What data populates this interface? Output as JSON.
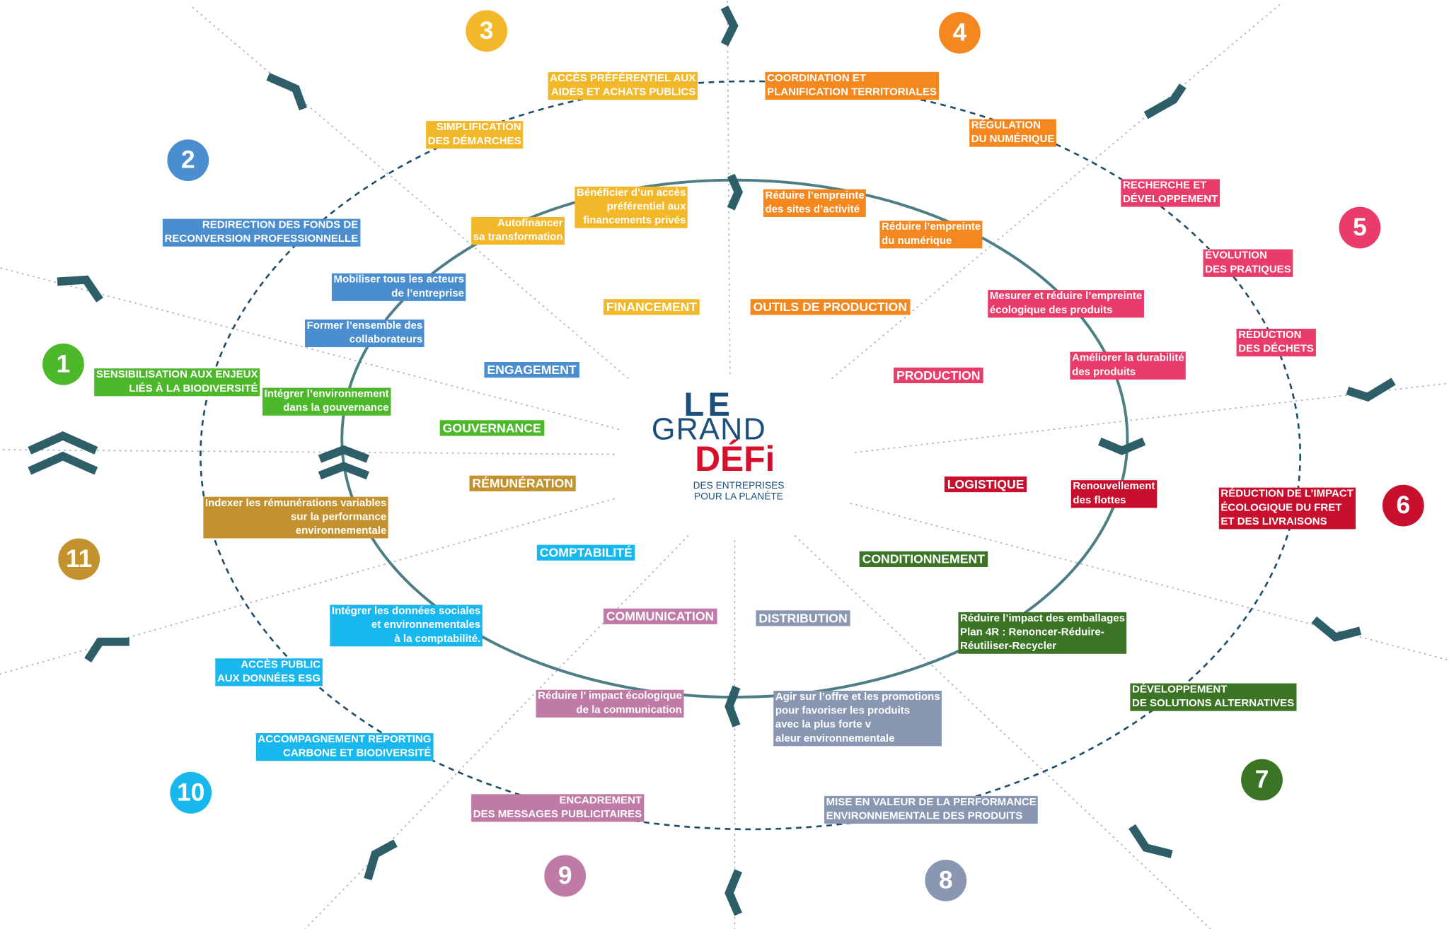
{
  "logo": {
    "line1": "LE",
    "line2": "GRAND",
    "line3": "DÉFi",
    "tag1": "DES ENTREPRISES",
    "tag2": "POUR LA PLANÈTE"
  },
  "colors": {
    "green": "#4cb82a",
    "blue": "#4a8ed0",
    "yellow": "#f3b829",
    "orange": "#f5871f",
    "pink": "#ea3c6a",
    "red": "#c8102e",
    "darkgreen": "#3b7425",
    "slate": "#8a97b3",
    "mauve": "#c07aa6",
    "cyan": "#18b7ee",
    "gold": "#c3912e",
    "darkline": "#2e5f68"
  },
  "numbers": [
    "1",
    "2",
    "3",
    "4",
    "5",
    "6",
    "7",
    "8",
    "9",
    "10",
    "11"
  ],
  "categories": {
    "financement": "FINANCEMENT",
    "outils": "OUTILS DE PRODUCTION",
    "engagement": "ENGAGEMENT",
    "production": "PRODUCTION",
    "gouvernance": "GOUVERNANCE",
    "logistique": "LOGISTIQUE",
    "remuneration": "RÉMUNÉRATION",
    "conditionnement": "CONDITIONNEMENT",
    "comptabilite": "COMPTABILITÉ",
    "communication": "COMMUNICATION",
    "distribution": "DISTRIBUTION"
  },
  "inner": {
    "sensibilisation": [
      "SENSIBILISATION AUX ENJEUX",
      "LIÉS À LA BIODIVERSITÉ"
    ],
    "integrer_env": [
      "Intégrer l’environnement",
      "dans  la gouvernance"
    ],
    "former": [
      "Former l’ensemble des",
      "collaborateurs"
    ],
    "mobiliser": [
      "Mobiliser tous les acteurs",
      "de l’entreprise"
    ],
    "autofinancer": [
      "Autofinancer",
      "sa transformation"
    ],
    "beneficier": [
      "Bénéficier d’un accès",
      "préférentiel aux",
      "financements privés"
    ],
    "reduire_sites": [
      "Réduire l’empreinte",
      "des sites d’activité"
    ],
    "reduire_numerique": [
      "Réduire l’empreinte",
      "du numérique"
    ],
    "mesurer": [
      "Mesurer et réduire l’empreinte",
      "écologique des produits"
    ],
    "ameliorer": [
      "Améliorer  la durabilité",
      "des produits"
    ],
    "renouvellement": [
      "Renouvellement",
      "des flottes"
    ],
    "emballages": [
      "Réduire l’impact des emballages",
      "Plan 4R : Renoncer-Réduire-",
      "Réutiliser-Recycler"
    ],
    "agir": [
      "Agir sur l’offre et les promotions",
      "pour favoriser les produits",
      "avec la plus forte v",
      "aleur environnementale"
    ],
    "reduire_comm": [
      "Réduire l’ impact écologique",
      "de la communication"
    ],
    "integrer_donnees": [
      "Intégrer les données sociales",
      "et environnementales",
      "à la comptabilité."
    ],
    "indexer": [
      "Indexer les rémunérations variables",
      "sur la performance",
      "environnementale"
    ]
  },
  "outer": {
    "redirection": [
      "REDIRECTION DES FONDS DE",
      "RECONVERSION PROFESSIONNELLE"
    ],
    "simplification": [
      "SIMPLIFICATION",
      "DES DÉMARCHES"
    ],
    "acces_pref": [
      "ACCÈS PRÉFÉRENTIEL AUX",
      "AIDES ET ACHATS PUBLICS"
    ],
    "coordination": [
      "COORDINATION ET",
      "PLANIFICATION TERRITORIALES"
    ],
    "regulation": [
      "RÉGULATION",
      "DU NUMÉRIQUE"
    ],
    "recherche": [
      "RECHERCHE ET",
      "DÉVELOPPEMENT"
    ],
    "evolution": [
      "ÉVOLUTION",
      "DES PRATIQUES"
    ],
    "reduction_dechets": [
      "RÉDUCTION",
      "DES DÉCHETS"
    ],
    "reduction_fret": [
      "RÉDUCTION DE L’IMPACT",
      "ÉCOLOGIQUE DU FRET",
      "ET DES LIVRAISONS"
    ],
    "developpement": [
      "DÉVELOPPEMENT",
      "DE SOLUTIONS ALTERNATIVES"
    ],
    "mise_en_valeur": [
      "MISE EN VALEUR DE LA PERFORMANCE",
      "ENVIRONNEMENTALE DES PRODUITS"
    ],
    "encadrement": [
      "ENCADREMENT",
      "DES MESSAGES PUBLICITAIRES"
    ],
    "accompagnement": [
      "ACCOMPAGNEMENT REPORTING",
      "CARBONE ET BIODIVERSITÉ"
    ],
    "acces_public": [
      "ACCÈS PUBLIC",
      "AUX DONNÉES  ESG"
    ]
  }
}
